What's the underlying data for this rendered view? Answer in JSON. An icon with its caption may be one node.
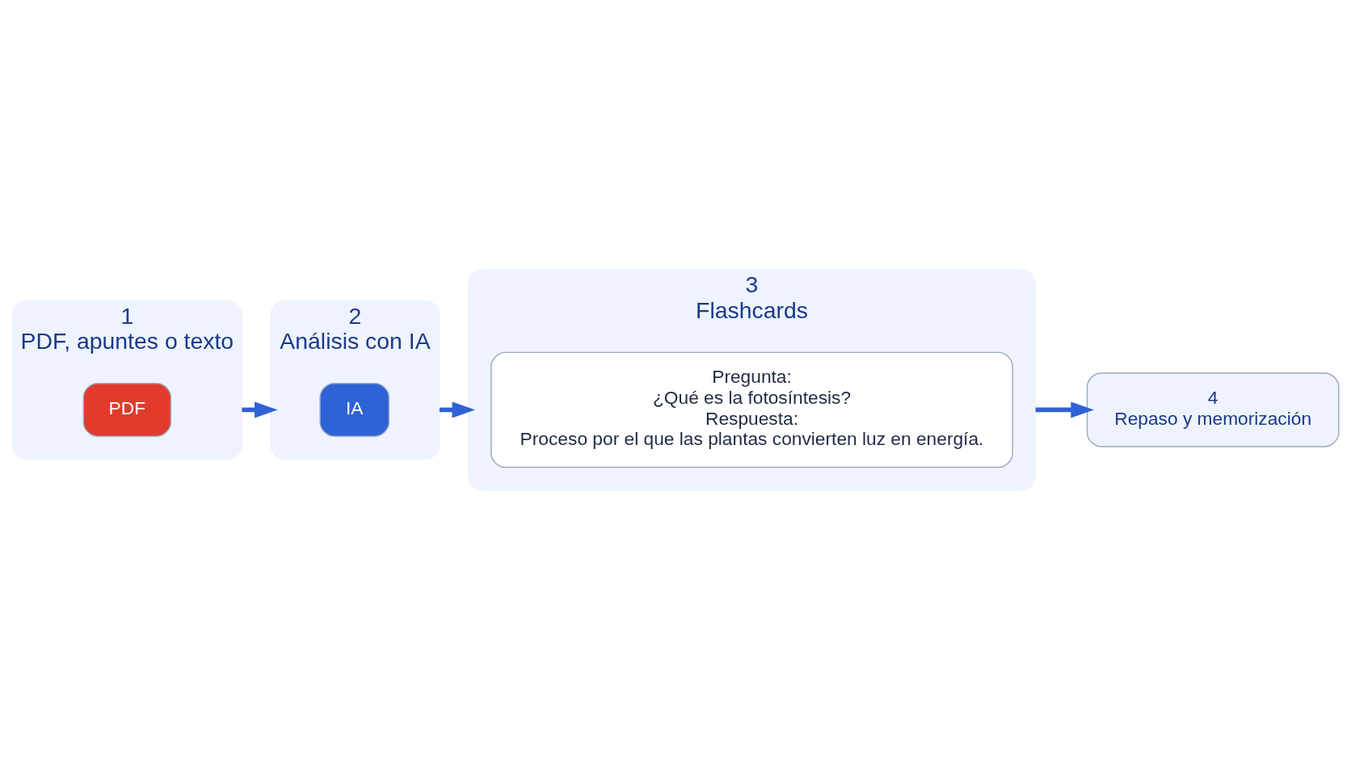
{
  "diagram": {
    "nodes": [
      {
        "text": [
          "1",
          "PDF, apuntes o texto"
        ]
      },
      {
        "text": [
          "PDF"
        ],
        "in": 0
      },
      {
        "text": [
          "2",
          "Análisis con IA"
        ]
      },
      {
        "text": [
          "IA"
        ],
        "in": 2
      },
      {
        "text": [
          "3",
          "Flashcards"
        ]
      },
      {
        "text": [
          "Pregunta:",
          "¿Qué es la fotosíntesis?",
          "Respuesta:",
          "Proceso por el que las plantas convierten luz en energía."
        ],
        "in": 4
      },
      {
        "text": [
          "4",
          "Repaso y memorización"
        ]
      }
    ],
    "edges": [
      {
        "from": 0,
        "to": 2,
        "arrow": "to"
      },
      {
        "from": 2,
        "to": 4,
        "arrow": "to"
      },
      {
        "from": 4,
        "to": 6,
        "arrow": "to"
      }
    ]
  }
}
